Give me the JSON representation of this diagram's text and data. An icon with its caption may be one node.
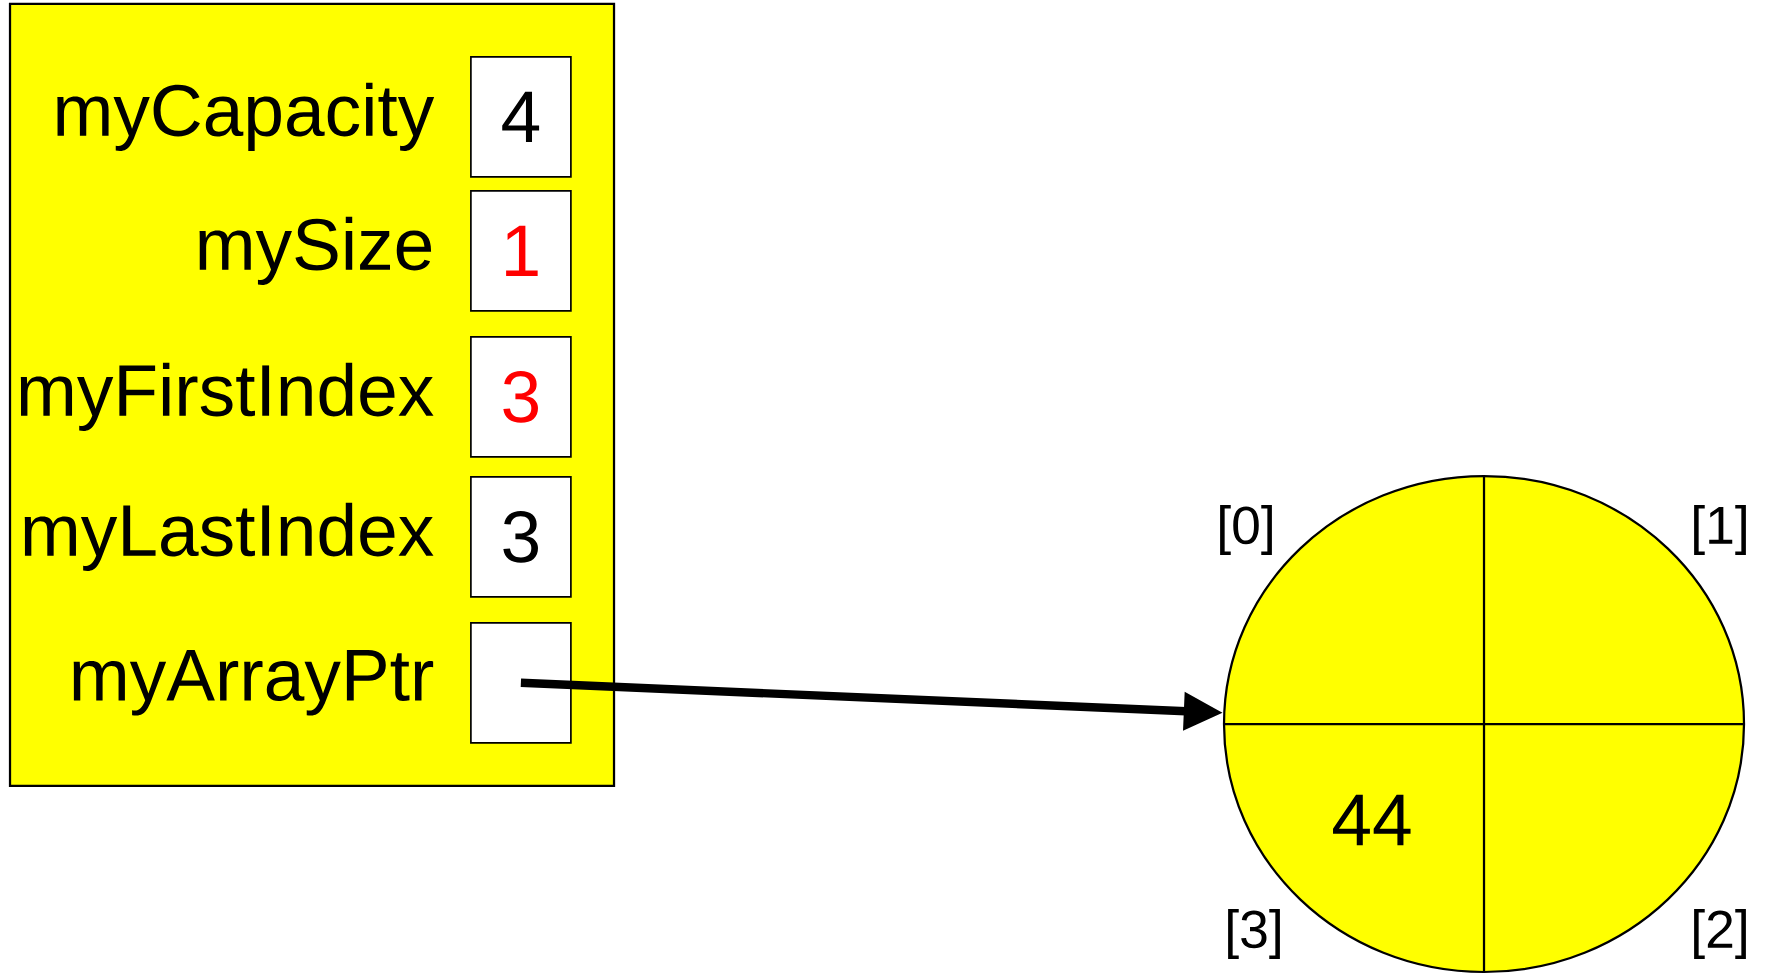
{
  "diagram": {
    "nodes": [
      {
        "text": [],
        "shape": "box"
      },
      {
        "text": [
          "4"
        ],
        "beside": [
          "myCapacity"
        ],
        "in": 0
      },
      {
        "text": [
          "1"
        ],
        "beside": [
          "mySize"
        ],
        "in": 0
      },
      {
        "text": [
          "3"
        ],
        "beside": [
          "myFirstIndex"
        ],
        "in": 0
      },
      {
        "text": [
          "3"
        ],
        "beside": [
          "myLastIndex"
        ],
        "in": 0
      },
      {
        "text": [],
        "shape": "box",
        "beside": [
          "myArrayPtr"
        ],
        "in": 0
      },
      {
        "text": [
          "44"
        ],
        "beside": [
          "[0]",
          "[1]",
          "[2]",
          "[3]"
        ]
      }
    ],
    "edges": [
      {
        "from": 5,
        "to": 6,
        "arrow": "to"
      }
    ]
  }
}
